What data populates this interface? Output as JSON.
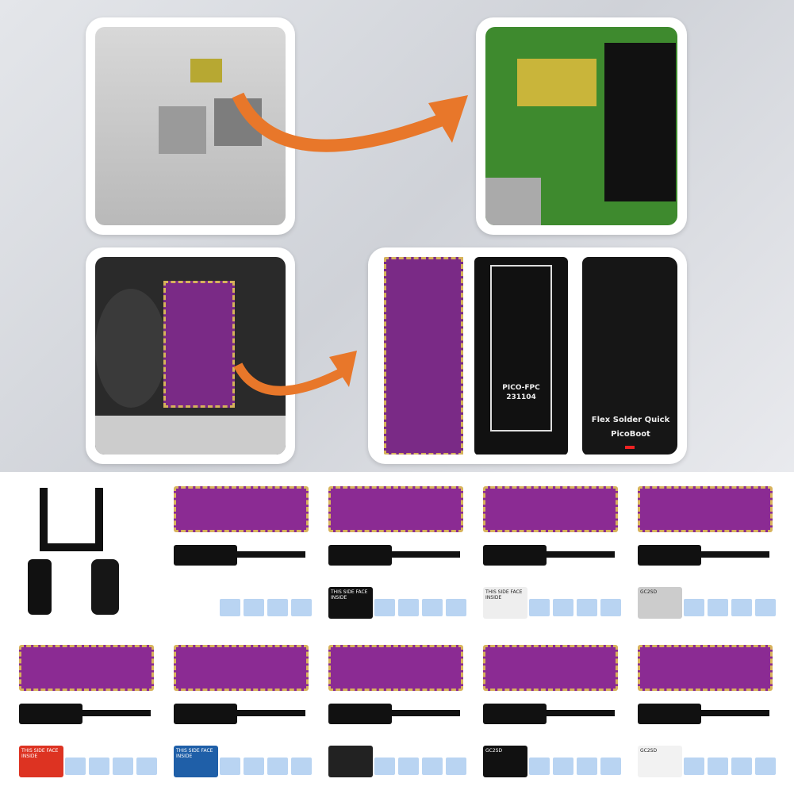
{
  "fpc_board": {
    "model": "PICO-FPC",
    "code": "231104"
  },
  "cover": {
    "line1": "Flex Solder Quick",
    "line2": "PicoBoot"
  },
  "sd_adapter_text": "THIS SIDE FACE INSIDE",
  "gc2sd_label": "GC2SD",
  "colors": {
    "arrow": "#e8772a",
    "pcb": "#7a2a86",
    "background": "#d6d8dd"
  }
}
